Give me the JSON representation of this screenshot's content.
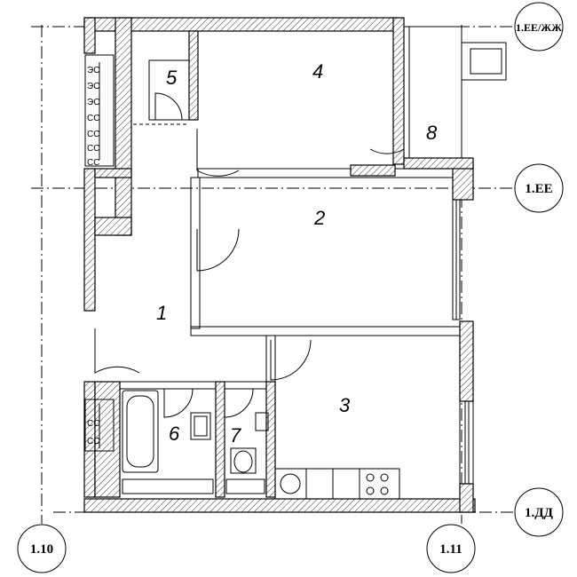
{
  "rooms": [
    {
      "id": "1",
      "label": "1"
    },
    {
      "id": "2",
      "label": "2"
    },
    {
      "id": "3",
      "label": "3"
    },
    {
      "id": "4",
      "label": "4"
    },
    {
      "id": "5",
      "label": "5"
    },
    {
      "id": "6",
      "label": "6"
    },
    {
      "id": "7",
      "label": "7"
    },
    {
      "id": "8",
      "label": "8"
    }
  ],
  "axes": {
    "top_right": "1.ЕЕ/ЖЖ",
    "mid_right": "1.ЕЕ",
    "bottom_right": "1.ДД",
    "bottom_left": "1.10",
    "bottom_mid": "1.11"
  },
  "shaft_labels": {
    "upper": [
      "ЭО",
      "ЭО",
      "ЭО",
      "СС",
      "СС",
      "СС",
      "СС"
    ],
    "lower": [
      "СС",
      "СС"
    ]
  }
}
